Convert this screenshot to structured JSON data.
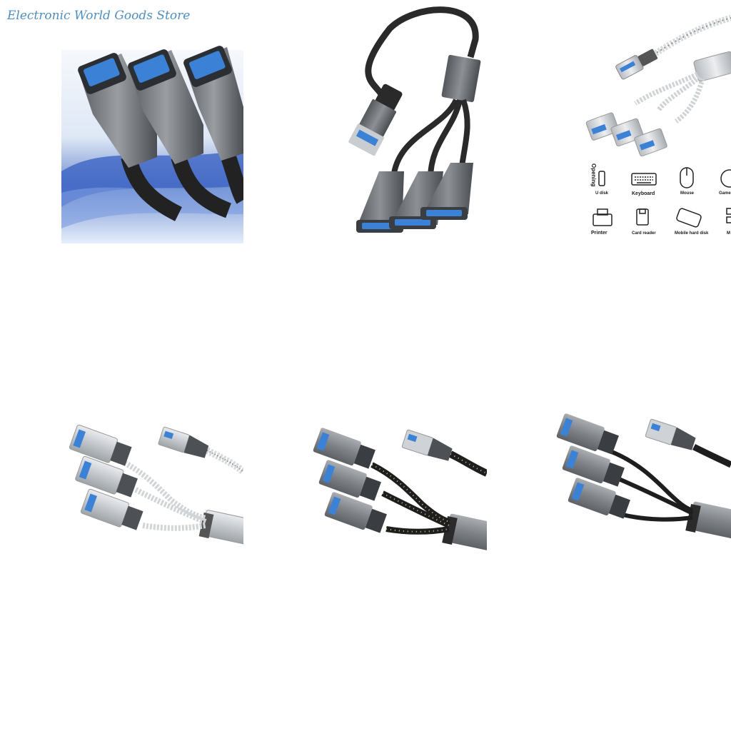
{
  "store_name": "Electronic World Goods Store",
  "devices": {
    "opening": "Opening",
    "u_disk": "U disk",
    "keyboard": "Keyboard",
    "mouse": "Mouse",
    "game": "Game",
    "printer": "Printer",
    "card_reader": "Card reader",
    "mobile_hard_disk": "Mobile hard disk",
    "more": "M"
  },
  "colors": {
    "usb_blue": "#3b82d6",
    "housing_gray": "#6b6f73",
    "housing_silver": "#c9cdd1",
    "cable_black": "#2a2a2a"
  }
}
